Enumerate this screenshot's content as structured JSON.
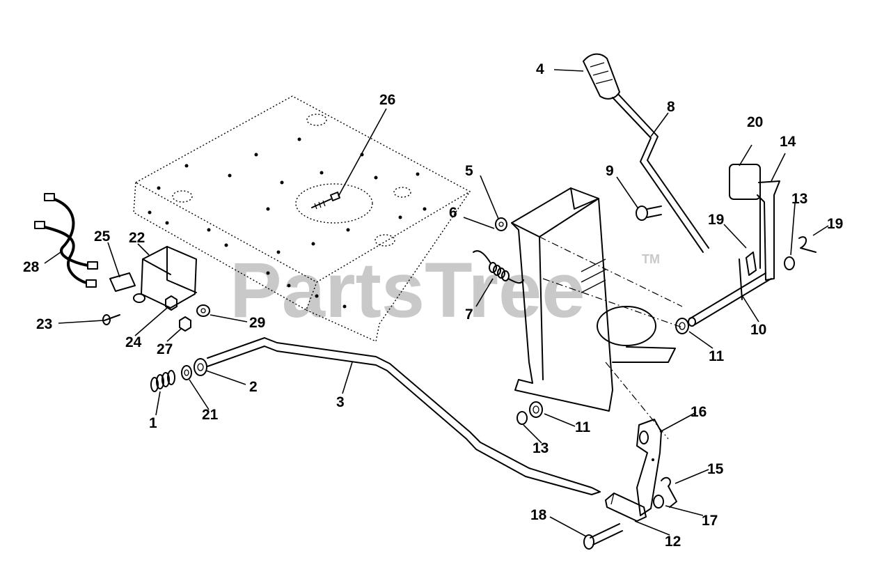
{
  "watermark": {
    "text": "PartsTree",
    "trademark": "TM"
  },
  "callouts": [
    "1",
    "2",
    "3",
    "4",
    "5",
    "6",
    "7",
    "8",
    "9",
    "10",
    "11",
    "11",
    "12",
    "13",
    "13",
    "14",
    "15",
    "16",
    "17",
    "18",
    "19",
    "19",
    "20",
    "21",
    "22",
    "23",
    "24",
    "25",
    "26",
    "27",
    "28",
    "29"
  ]
}
